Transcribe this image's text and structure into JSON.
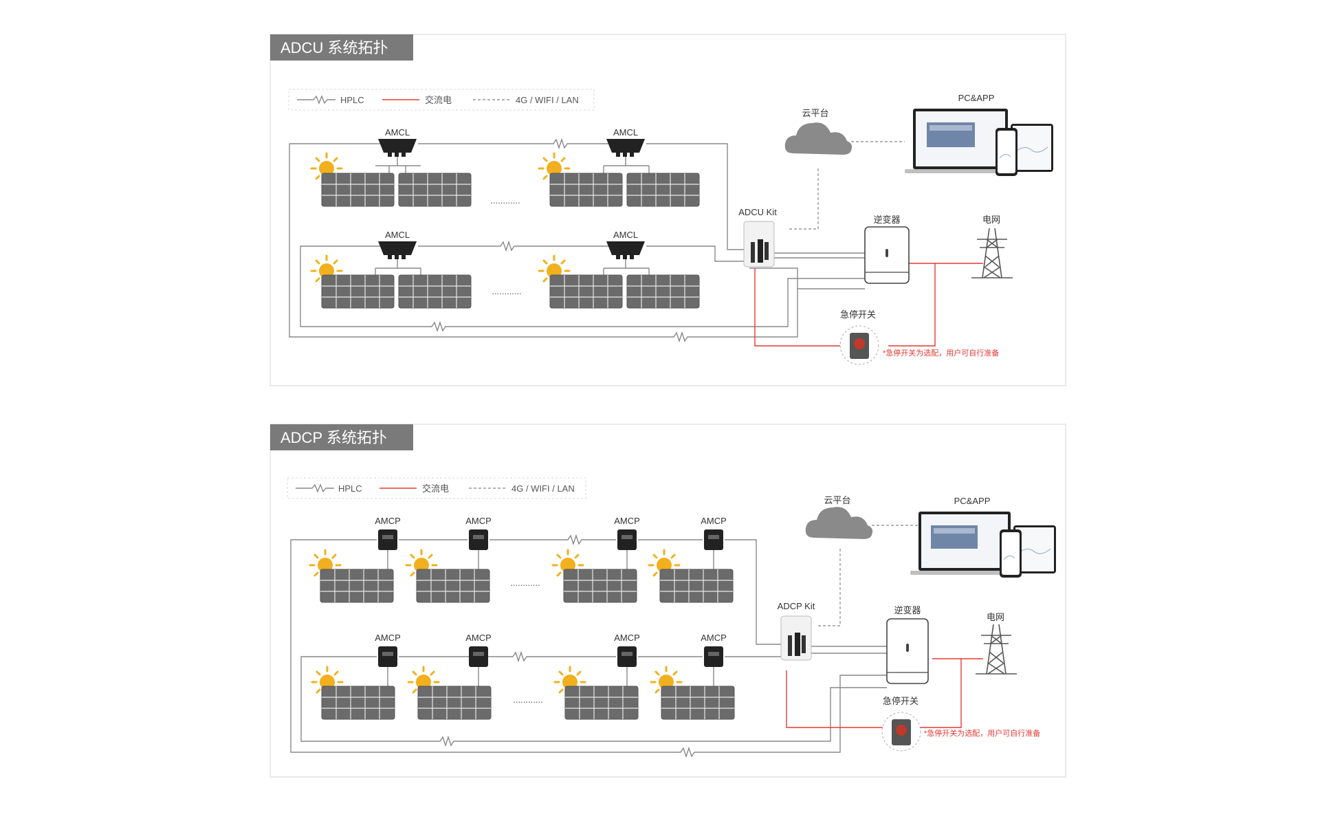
{
  "colors": {
    "hplc_line": "#888888",
    "ac_line": "#e53935",
    "net_line": "#999999",
    "title_bg": "#7a7a7a",
    "note_red": "#e53935",
    "sun": "#f2b01e",
    "cloud": "#8a8a8a",
    "panel": "#6b6b6b"
  },
  "icons": [
    "sun-icon",
    "solar-panel-icon",
    "cloud-icon",
    "power-tower-icon",
    "laptop-icon",
    "phone-icon",
    "tablet-icon",
    "inverter-icon",
    "emergency-switch-icon"
  ],
  "sections": [
    {
      "title": "ADCU 系统拓扑",
      "legend": {
        "hplc": "HPLC",
        "ac": "交流电",
        "net": "4G / WIFI / LAN"
      },
      "device_label": "AMCL",
      "kit_label": "ADCU Kit",
      "cloud_label": "云平台",
      "pc_label": "PC&APP",
      "inverter_label": "逆变器",
      "grid_label": "电网",
      "switch_label": "急停开关",
      "switch_note": "*急停开关为选配，用户可自行准备",
      "dots": "............"
    },
    {
      "title": "ADCP 系统拓扑",
      "legend": {
        "hplc": "HPLC",
        "ac": "交流电",
        "net": "4G / WIFI / LAN"
      },
      "device_label": "AMCP",
      "kit_label": "ADCP Kit",
      "cloud_label": "云平台",
      "pc_label": "PC&APP",
      "inverter_label": "逆变器",
      "grid_label": "电网",
      "switch_label": "急停开关",
      "switch_note": "*急停开关为选配，用户可自行准备",
      "dots": "............"
    }
  ]
}
